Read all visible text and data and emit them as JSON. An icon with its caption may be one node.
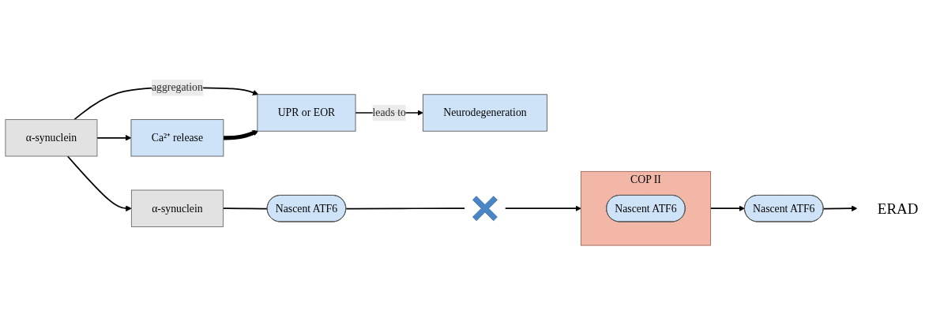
{
  "diagram": {
    "nodes": [
      {
        "text": [
          "α-synuclein"
        ]
      },
      {
        "text": [
          "UPR or EOR"
        ]
      },
      {
        "text": [
          "Ca²⁺ release"
        ]
      },
      {
        "text": [
          "Neurodegeneration"
        ]
      },
      {
        "text": [
          "α-synuclein"
        ]
      },
      {
        "text": [
          "Nascent ATF6"
        ]
      },
      {
        "text": [],
        "shape": "cross"
      },
      {
        "text": [
          "COP II"
        ]
      },
      {
        "text": [
          "Nascent ATF6"
        ],
        "in": 7
      },
      {
        "text": [
          "Nascent ATF6"
        ]
      },
      {
        "text": [
          "ERAD"
        ]
      }
    ],
    "edges": [
      {
        "from": 0,
        "to": 1,
        "arrow": "to",
        "label": "aggregation"
      },
      {
        "from": 0,
        "to": 2,
        "arrow": "to"
      },
      {
        "from": 2,
        "to": 1,
        "arrow": "to",
        "style": "thick"
      },
      {
        "from": 1,
        "to": 3,
        "arrow": "to",
        "label": "leads to"
      },
      {
        "from": 0,
        "to": 4,
        "arrow": "to"
      },
      {
        "from": 4,
        "to": 5,
        "arrow": "none"
      },
      {
        "from": 5,
        "to": 6,
        "arrow": "none"
      },
      {
        "from": 6,
        "to": 7,
        "arrow": "to"
      },
      {
        "from": 7,
        "to": 9,
        "arrow": "to"
      },
      {
        "from": 9,
        "to": 10,
        "arrow": "to"
      }
    ]
  }
}
